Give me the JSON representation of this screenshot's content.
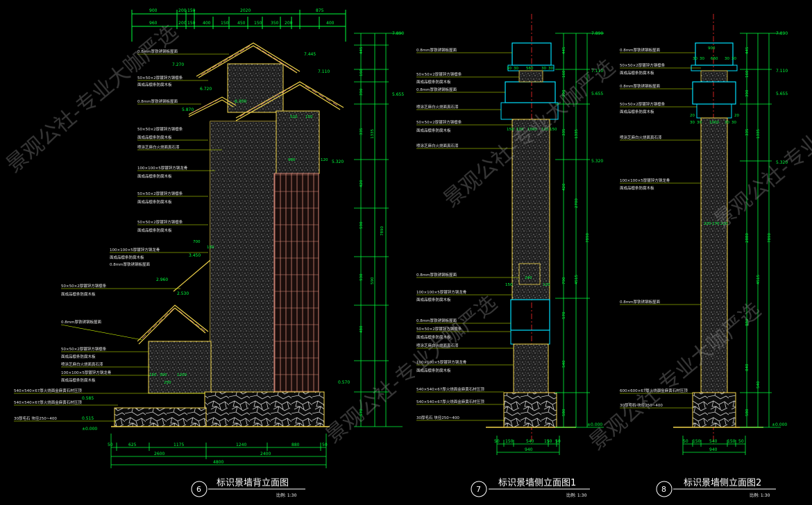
{
  "colors": {
    "background": "#000000",
    "dimension": "#00ff3c",
    "leader": "#d6ff00",
    "outline": "#f2d54a",
    "wood": "#d88878",
    "stone": "#b8b8b8",
    "cyan": "#00e1ff",
    "centerline": "#ff2b2b",
    "title": "#ffffff",
    "watermark": "#7a7a7a"
  },
  "view6": {
    "number": "6",
    "title": "标识景墙背立面图",
    "scale": "比例: 1:30",
    "top_dims_row1": [
      "900",
      "200",
      "150",
      "2020",
      "875"
    ],
    "top_dims_row2": [
      "960",
      "200",
      "150",
      "400",
      "150",
      "450",
      "150",
      "350",
      "200",
      "400"
    ],
    "bottom_dims_row1": [
      "50",
      "625",
      "1175",
      "1240",
      "880",
      "50"
    ],
    "bottom_dims_row2": [
      "2600",
      "2400"
    ],
    "bottom_total": "4800",
    "levels": [
      "7.890",
      "7.445",
      "7.270",
      "7.110",
      "6.720",
      "6.300",
      "5.870",
      "5.655",
      "5.320",
      "3.450",
      "2.960",
      "2.530",
      "0.570",
      "0.585",
      "0.515",
      "±0.000"
    ],
    "annotations": [
      "0.8mm厚铁锈钢板屋面",
      "50×50×2厚镀锌方钢檩条",
      "面成品檩条防腐木板",
      "0.8mm厚铁锈钢板屋面",
      "50×50×2厚镀锌方钢檩条",
      "面成品檩条防腐木板",
      "喷涂芝麻白火烧面真石漆",
      "100×100×5厚镀锌方钢龙骨",
      "面成品檩条防腐木板",
      "50×50×2厚镀锌方钢檩条",
      "面成品檩条防腐木板",
      "50×50×2厚镀锌方钢檩条",
      "面成品檩条防腐木板",
      "100×100×5厚镀锌方钢龙骨",
      "面成品檩条防腐木板",
      "0.8mm厚铁锈钢板屋面",
      "50×50×2厚镀锌方钢檩条",
      "面成品檩条防腐木板",
      "0.8mm厚铁锈钢板屋面",
      "50×50×2厚镀锌方钢檩条",
      "面成品檩条防腐木板",
      "喷涂芝麻白火烧面真石漆",
      "100×100×5厚镀锌方钢龙骨",
      "面成品檩条防腐木板",
      "540×540×67厚火烧面金麻黄石材压顶",
      "540×540×67厚火烧面金麻黄石材压顶",
      "30厚毛石  块径250~400"
    ],
    "right_dims": [
      "445",
      "160",
      "390",
      "335",
      "1335",
      "420",
      "590",
      "930",
      "480",
      "590",
      "570",
      "7890"
    ],
    "inner_dims": [
      "700",
      "150",
      "980",
      "120",
      "300",
      "150",
      "1200",
      "520",
      "150",
      "250"
    ]
  },
  "view7": {
    "number": "7",
    "title": "标识景墙侧立面图1",
    "scale": "比例: 1:30",
    "bottom_dims_row1": [
      "50",
      "150",
      "540",
      "150",
      "50"
    ],
    "bottom_total": "940",
    "levels": [
      "7.890",
      "7.110",
      "5.655",
      "5.320",
      "±0.000"
    ],
    "inner_dims": [
      "30",
      "30",
      "560",
      "30",
      "30",
      "150",
      "120",
      "1000",
      "120",
      "150",
      "240",
      "150",
      "120"
    ],
    "right_dims": [
      "445",
      "160",
      "390",
      "335",
      "1335",
      "420",
      "2700",
      "4515",
      "790",
      "570",
      "540",
      "580",
      "7890"
    ],
    "annotations": [
      "0.8mm厚铁锈钢板屋面",
      "50×50×2厚镀锌方钢檩条",
      "面成品檩条防腐木板",
      "0.8mm厚铁锈钢板屋面",
      "喷涂芝麻白火烧面真石漆",
      "50×50×2厚镀锌方钢檩条",
      "面成品檩条防腐木板",
      "喷涂芝麻白火烧面真石漆",
      "0.8mm厚铁锈钢板屋面",
      "100×100×5厚镀锌方钢龙骨",
      "面成品檩条防腐木板",
      "0.8mm厚铁锈钢板屋面",
      "50×50×2厚镀锌方钢檩条",
      "面成品檩条防腐木板",
      "喷涂芝麻白火烧面真石漆",
      "100×100×5厚镀锌方钢龙骨",
      "面成品檩条防腐木板",
      "540×540×67厚火烧面金麻黄石材压顶",
      "540×540×67厚火烧面金麻黄石材压顶",
      "30厚毛石  块径250~400"
    ]
  },
  "view8": {
    "number": "8",
    "title": "标识景墙侧立面图2",
    "scale": "比例: 1:30",
    "top_dims": [
      "900",
      "30",
      "30",
      "660",
      "30",
      "30"
    ],
    "bottom_dims_row1": [
      "50",
      "150",
      "540",
      "150",
      "50"
    ],
    "bottom_total": "940",
    "levels": [
      "7.890",
      "7.110",
      "5.655",
      "5.320",
      "±0.000"
    ],
    "inner_dims": [
      "20",
      "20",
      "30",
      "30",
      "1000",
      "30",
      "30",
      "220",
      "170",
      "220"
    ],
    "right_dims": [
      "445",
      "160",
      "390",
      "335",
      "1335",
      "2880",
      "4515",
      "880",
      "840",
      "540",
      "580",
      "7890"
    ],
    "annotations": [
      "0.8mm厚铁锈钢板屋面",
      "50×50×2厚镀锌方钢檩条",
      "面成品檩条防腐木板",
      "0.8mm厚铁锈钢板屋面",
      "50×50×2厚镀锌方钢檩条",
      "面成品檩条防腐木板",
      "喷涂芝麻白火烧面真石漆",
      "100×100×5厚镀锌方钢龙骨",
      "面成品檩条防腐木板",
      "0.8mm厚铁锈钢板屋面",
      "600×600×67厚火烧面金麻黄石材压顶",
      "30厚毛石  块径250~400"
    ]
  },
  "watermark": "景观公社-专业大咖严选"
}
